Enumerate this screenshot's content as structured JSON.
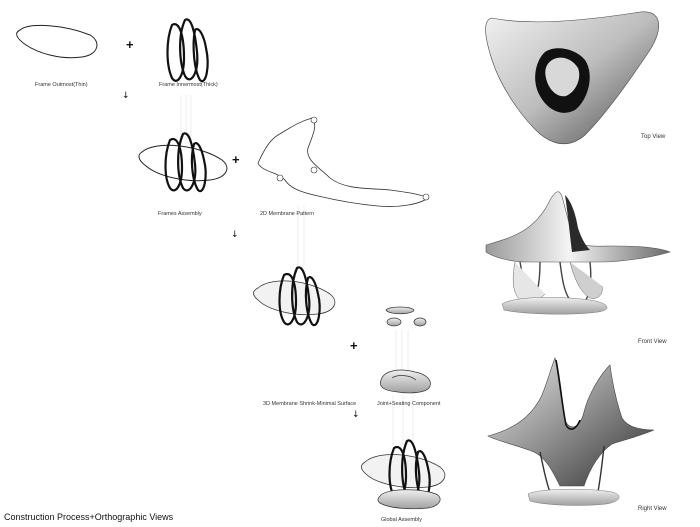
{
  "steps": {
    "frame_outmost": "Frame Outmost(Thin)",
    "frame_innermost": "Frame Innermost(Thick)",
    "frames_assembly": "Frames Assembly",
    "membrane_pattern_2d": "2D Membrane Pattern",
    "membrane_shrink_3d": "3D Membrane Shrink-Minimal Surface",
    "joint_seating": "Joint+Seating Component",
    "global_assembly": "Global Assembly"
  },
  "views": {
    "top": "Top View",
    "front": "Front View",
    "right": "Right View"
  },
  "operators": {
    "plus": "+",
    "arrow": "↓"
  },
  "caption": "Construction Process+Orthographic Views"
}
